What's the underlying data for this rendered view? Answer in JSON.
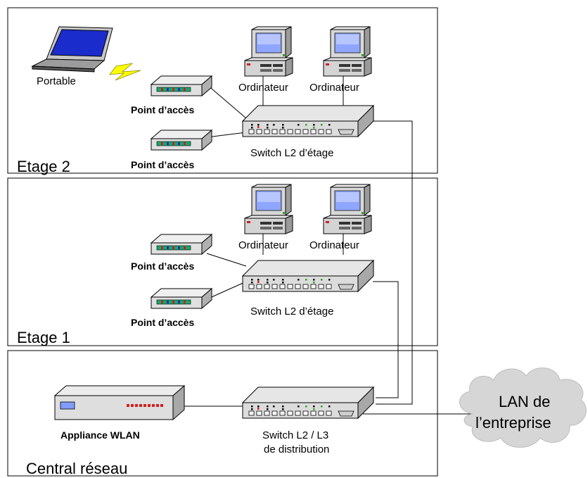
{
  "floors": {
    "etage2": "Etage 2",
    "etage1": "Etage 1",
    "central": "Central réseau"
  },
  "labels": {
    "portable": "Portable",
    "point_acces": "Point d’accès",
    "ordinateur": "Ordinateur",
    "switch_etage": "Switch L2 d’étage",
    "appliance": "Appliance WLAN",
    "switch_dist_line1": "Switch L2 / L3",
    "switch_dist_line2": "de distribution"
  },
  "cloud": {
    "line1": "LAN de",
    "line2": "l’entreprise"
  },
  "icons": [
    "laptop-icon",
    "wireless-bolt-icon",
    "access-point-icon",
    "computer-icon",
    "switch-icon",
    "appliance-icon",
    "cloud-icon"
  ]
}
